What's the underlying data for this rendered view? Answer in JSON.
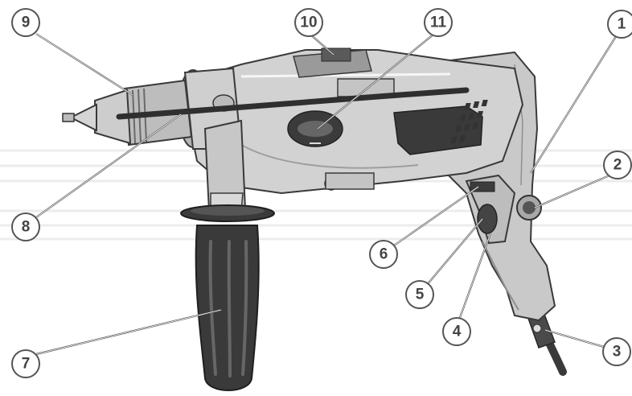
{
  "colors": {
    "body": "#c9c9c9",
    "body_light": "#dcdcdc",
    "body_dark": "#a9a9a9",
    "outline": "#3a3a3a",
    "grip": "#3c3c3c",
    "background_stripes": "#ededed",
    "callout_stroke": "#555555"
  },
  "callouts": [
    {
      "id": "1",
      "label": "1"
    },
    {
      "id": "2",
      "label": "2"
    },
    {
      "id": "3",
      "label": "3"
    },
    {
      "id": "4",
      "label": "4"
    },
    {
      "id": "5",
      "label": "5"
    },
    {
      "id": "6",
      "label": "6"
    },
    {
      "id": "7",
      "label": "7"
    },
    {
      "id": "8",
      "label": "8"
    },
    {
      "id": "9",
      "label": "9"
    },
    {
      "id": "10",
      "label": "10"
    },
    {
      "id": "11",
      "label": "11"
    }
  ]
}
